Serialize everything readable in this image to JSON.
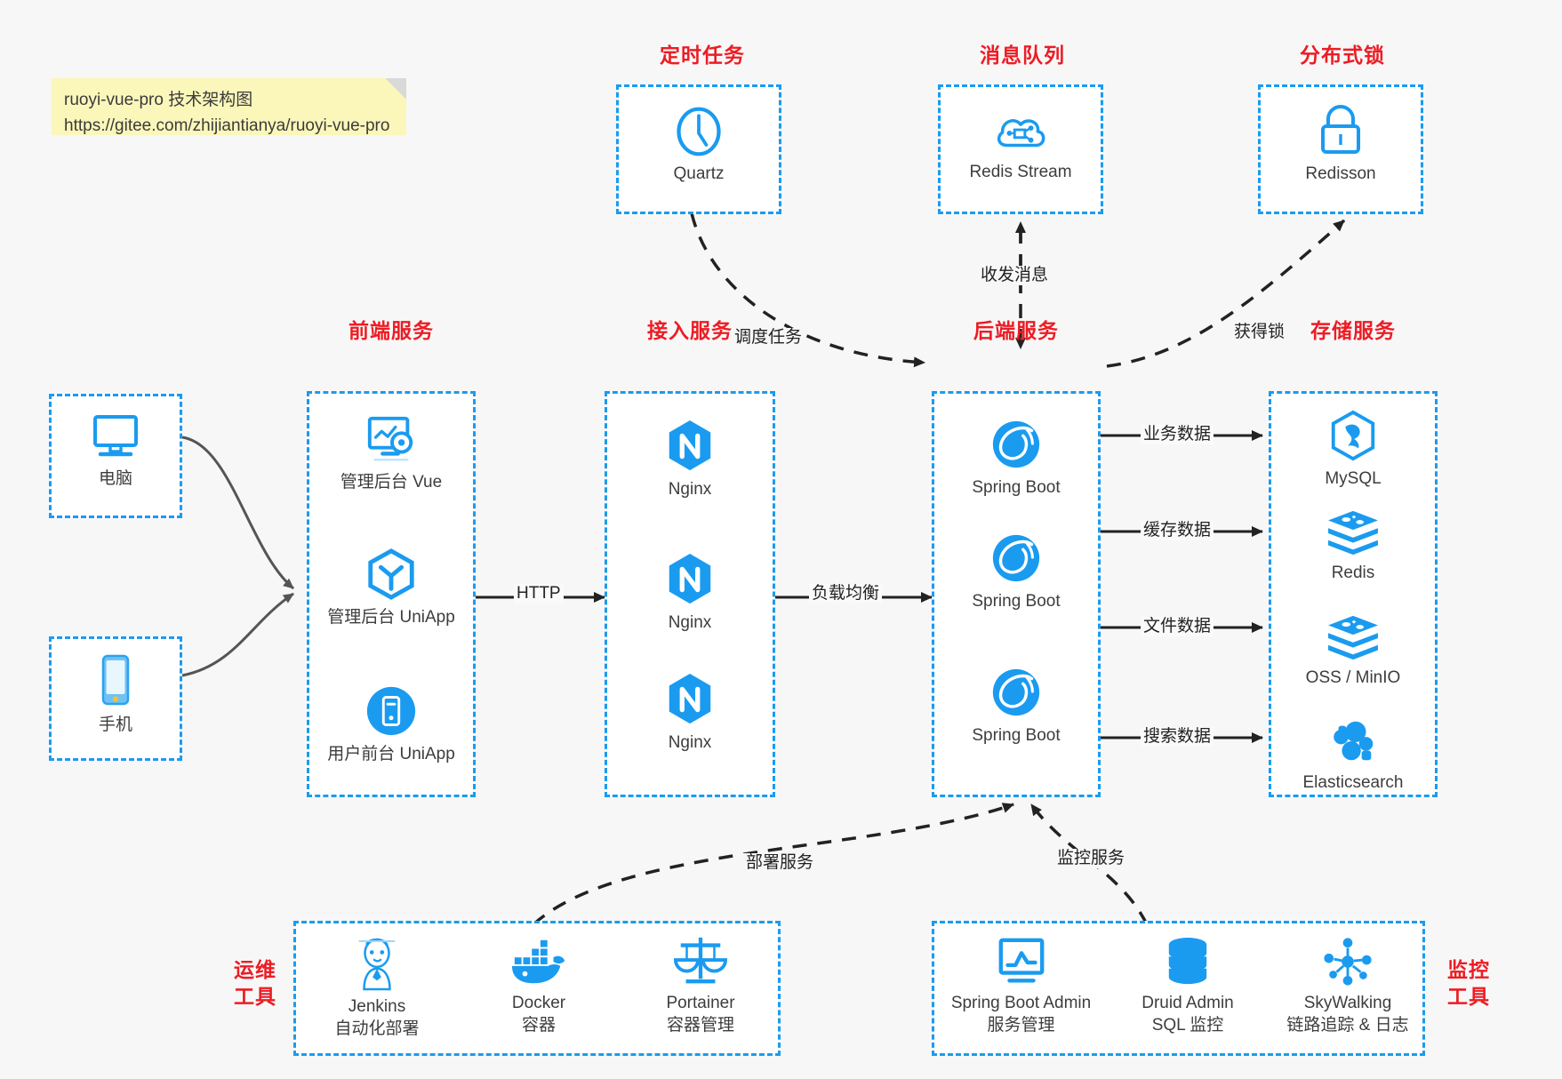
{
  "note": {
    "line1": "ruoyi-vue-pro 技术架构图",
    "line2": "https://gitee.com/zhijiantianya/ruoyi-vue-pro"
  },
  "colors": {
    "accent": "#1a9bf0",
    "label": "#ed1c24",
    "wire": "#222222",
    "curve": "#555555",
    "note_bg": "#fbf7ba",
    "page_bg": "#f7f7f7"
  },
  "groups": {
    "scheduled": {
      "label": "定时任务",
      "items": [
        {
          "name": "Quartz",
          "icon": "clock-icon"
        }
      ]
    },
    "mq": {
      "label": "消息队列",
      "items": [
        {
          "name": "Redis Stream",
          "icon": "cloud-stream-icon"
        }
      ]
    },
    "lock": {
      "label": "分布式锁",
      "items": [
        {
          "name": "Redisson",
          "icon": "padlock-icon"
        }
      ]
    },
    "client_pc": {
      "label": "",
      "items": [
        {
          "name": "电脑",
          "icon": "desktop-icon"
        }
      ]
    },
    "client_phone": {
      "label": "",
      "items": [
        {
          "name": "手机",
          "icon": "smartphone-icon"
        }
      ]
    },
    "frontend": {
      "label": "前端服务",
      "items": [
        {
          "name": "管理后台 Vue",
          "icon": "dashboard-gear-icon"
        },
        {
          "name": "管理后台 UniApp",
          "icon": "uniapp-cube-icon"
        },
        {
          "name": "用户前台 UniApp",
          "icon": "mobile-circle-icon"
        }
      ]
    },
    "gateway": {
      "label": "接入服务",
      "items": [
        {
          "name": "Nginx",
          "icon": "nginx-icon"
        },
        {
          "name": "Nginx",
          "icon": "nginx-icon"
        },
        {
          "name": "Nginx",
          "icon": "nginx-icon"
        }
      ]
    },
    "backend": {
      "label": "后端服务",
      "items": [
        {
          "name": "Spring Boot",
          "icon": "spring-boot-icon"
        },
        {
          "name": "Spring Boot",
          "icon": "spring-boot-icon"
        },
        {
          "name": "Spring Boot",
          "icon": "spring-boot-icon"
        }
      ]
    },
    "storage": {
      "label": "存储服务",
      "items": [
        {
          "name": "MySQL",
          "icon": "mysql-icon"
        },
        {
          "name": "Redis",
          "icon": "redis-icon"
        },
        {
          "name": "OSS / MinIO",
          "icon": "redis-icon"
        },
        {
          "name": "Elasticsearch",
          "icon": "elasticsearch-icon"
        }
      ]
    },
    "devops": {
      "label": "运维\n工具",
      "label_l1": "运维",
      "label_l2": "工具",
      "items": [
        {
          "name": "Jenkins",
          "sub": "自动化部署",
          "icon": "jenkins-icon"
        },
        {
          "name": "Docker",
          "sub": "容器",
          "icon": "docker-icon"
        },
        {
          "name": "Portainer",
          "sub": "容器管理",
          "icon": "scales-icon"
        }
      ]
    },
    "monitor": {
      "label_l1": "监控",
      "label_l2": "工具",
      "items": [
        {
          "name": "Spring Boot Admin",
          "sub": "服务管理",
          "icon": "monitor-chart-icon"
        },
        {
          "name": "Druid Admin",
          "sub": "SQL 监控",
          "icon": "database-icon"
        },
        {
          "name": "SkyWalking",
          "sub": "链路追踪 & 日志",
          "icon": "skywalking-icon"
        }
      ]
    }
  },
  "edges": [
    {
      "id": "http",
      "label": "HTTP",
      "from": "frontend",
      "to": "gateway",
      "style": "solid"
    },
    {
      "id": "lb",
      "label": "负载均衡",
      "from": "gateway",
      "to": "backend",
      "style": "solid"
    },
    {
      "id": "schedule",
      "label": "调度任务",
      "from": "scheduled",
      "to": "backend",
      "style": "dashed"
    },
    {
      "id": "msg",
      "label": "收发消息",
      "from": "mq",
      "to": "backend",
      "style": "dashed-bidirectional"
    },
    {
      "id": "acquirelock",
      "label": "获得锁",
      "from": "backend",
      "to": "lock",
      "style": "dashed"
    },
    {
      "id": "bizdata",
      "label": "业务数据",
      "from": "backend",
      "to": "storage",
      "style": "solid"
    },
    {
      "id": "cachedata",
      "label": "缓存数据",
      "from": "backend",
      "to": "storage",
      "style": "solid"
    },
    {
      "id": "filedata",
      "label": "文件数据",
      "from": "backend",
      "to": "storage",
      "style": "solid"
    },
    {
      "id": "searchdata",
      "label": "搜索数据",
      "from": "backend",
      "to": "storage",
      "style": "solid"
    },
    {
      "id": "deploy",
      "label": "部署服务",
      "from": "devops",
      "to": "backend",
      "style": "dashed"
    },
    {
      "id": "monitoring",
      "label": "监控服务",
      "from": "monitor",
      "to": "backend",
      "style": "dashed"
    }
  ]
}
